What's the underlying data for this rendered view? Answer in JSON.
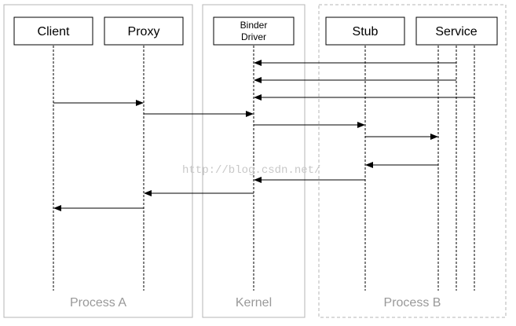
{
  "groups": {
    "process_a": "Process A",
    "kernel": "Kernel",
    "process_b": "Process B"
  },
  "participants": {
    "client": "Client",
    "proxy": "Proxy",
    "binder_line1": "Binder",
    "binder_line2": "Driver",
    "stub": "Stub",
    "service": "Service"
  },
  "watermark": "http://blog.csdn.net/",
  "colors": {
    "frame_border": "#b4b4b4",
    "box_border": "#000000",
    "group_label": "#999999",
    "line": "#000000",
    "watermark": "#c8c8c8"
  }
}
